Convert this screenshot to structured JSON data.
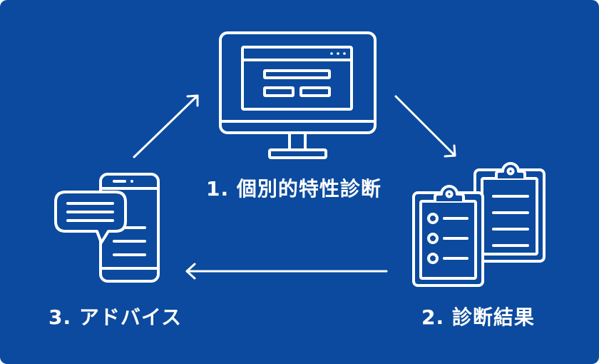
{
  "colors": {
    "background": "#0b4a9e",
    "foreground": "#ffffff"
  },
  "steps": [
    {
      "label": "1. 個別的特性診断",
      "icon": "monitor-icon"
    },
    {
      "label": "2. 診断結果",
      "icon": "clipboards-icon"
    },
    {
      "label": "3. アドバイス",
      "icon": "phone-chat-icon"
    }
  ],
  "arrows": [
    {
      "from": "step-1",
      "to": "step-2"
    },
    {
      "from": "step-2",
      "to": "step-3"
    },
    {
      "from": "step-3",
      "to": "step-1"
    }
  ]
}
